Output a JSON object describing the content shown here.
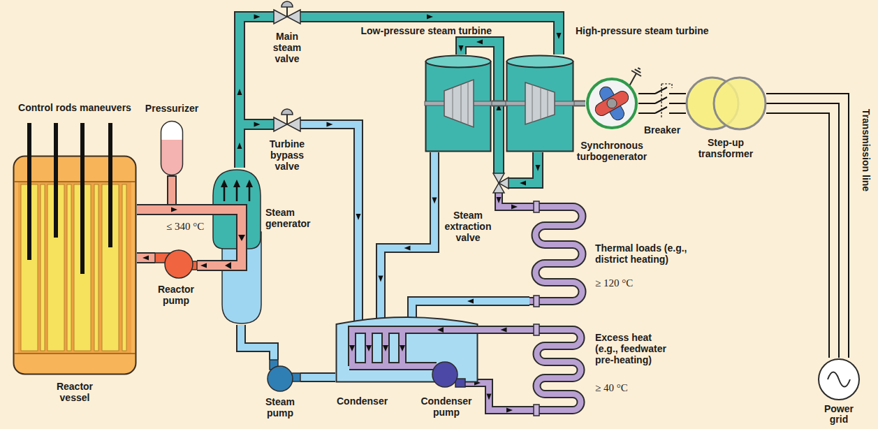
{
  "diagram": {
    "nodes": [
      {
        "text": [
          "Reactor vessel"
        ]
      },
      {
        "text": [
          "Pressurizer"
        ]
      },
      {
        "text": [
          "Steam generator"
        ]
      },
      {
        "text": [
          "Reactor pump"
        ]
      },
      {
        "text": [
          "Main steam valve"
        ]
      },
      {
        "text": [
          "Turbine bypass valve"
        ]
      },
      {
        "text": [
          "Low-pressure steam turbine"
        ]
      },
      {
        "text": [
          "High-pressure steam turbine"
        ]
      },
      {
        "text": [
          "Synchronous turbogenerator"
        ]
      },
      {
        "text": [
          "Breaker"
        ]
      },
      {
        "text": [
          "Step-up transformer"
        ]
      },
      {
        "text": [
          "Power grid"
        ]
      },
      {
        "text": [
          "Steam extraction valve"
        ]
      },
      {
        "text": [
          "Thermal loads (e.g., district heating)",
          "≥ 120 °C"
        ]
      },
      {
        "text": [
          "Excess heat (e.g., feedwater pre-heating)",
          "≥ 40 °C"
        ]
      },
      {
        "text": [
          "Steam pump"
        ]
      },
      {
        "text": [
          "Condenser"
        ]
      },
      {
        "text": [
          "Condenser pump"
        ]
      }
    ],
    "edges": [
      {
        "from": 0,
        "to": 2,
        "arrow": "to"
      },
      {
        "from": 2,
        "to": 3,
        "arrow": "to"
      },
      {
        "from": 3,
        "to": 0,
        "arrow": "to"
      },
      {
        "from": 2,
        "to": 4,
        "arrow": "to"
      },
      {
        "from": 4,
        "to": 7,
        "arrow": "to"
      },
      {
        "from": 2,
        "to": 5,
        "arrow": "to"
      },
      {
        "from": 5,
        "to": 16,
        "arrow": "to"
      },
      {
        "from": 7,
        "to": 12,
        "arrow": "to"
      },
      {
        "from": 12,
        "to": 6,
        "arrow": "to"
      },
      {
        "from": 12,
        "to": 13,
        "arrow": "to"
      },
      {
        "from": 13,
        "to": 16,
        "arrow": "to"
      },
      {
        "from": 6,
        "to": 16,
        "arrow": "to"
      },
      {
        "from": 16,
        "to": 15,
        "arrow": "none"
      },
      {
        "from": 15,
        "to": 2,
        "arrow": "none"
      },
      {
        "from": 14,
        "to": 16,
        "arrow": "to"
      },
      {
        "from": 17,
        "to": 14,
        "arrow": "to"
      },
      {
        "from": 6,
        "to": 7,
        "arrow": "none"
      },
      {
        "from": 7,
        "to": 8,
        "arrow": "none"
      },
      {
        "from": 8,
        "to": 9,
        "arrow": "none"
      },
      {
        "from": 9,
        "to": 10,
        "arrow": "none"
      },
      {
        "from": 10,
        "to": 11,
        "arrow": "none"
      }
    ],
    "labels": [
      "Control rods maneuvers",
      "≤ 340 °C",
      "Transmission line"
    ]
  }
}
